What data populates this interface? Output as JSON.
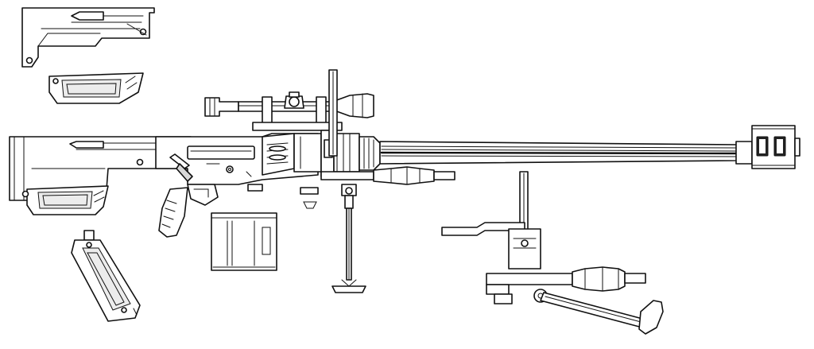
{
  "figure": {
    "background": "#ffffff",
    "line_color": "#111111",
    "shade_color": "#e9e9e9",
    "components": [
      {
        "id": "stock-side-plate",
        "kind": "detail"
      },
      {
        "id": "cheek-pad",
        "kind": "detail"
      },
      {
        "id": "rifle-main-assembly",
        "kind": "assembly"
      },
      {
        "id": "scope",
        "kind": "part"
      },
      {
        "id": "barrel",
        "kind": "part"
      },
      {
        "id": "muzzle-brake",
        "kind": "part"
      },
      {
        "id": "bipod-folded",
        "kind": "part"
      },
      {
        "id": "magazine",
        "kind": "part"
      },
      {
        "id": "grip-panel",
        "kind": "detail"
      },
      {
        "id": "bipod-mount-detail",
        "kind": "detail"
      }
    ]
  }
}
